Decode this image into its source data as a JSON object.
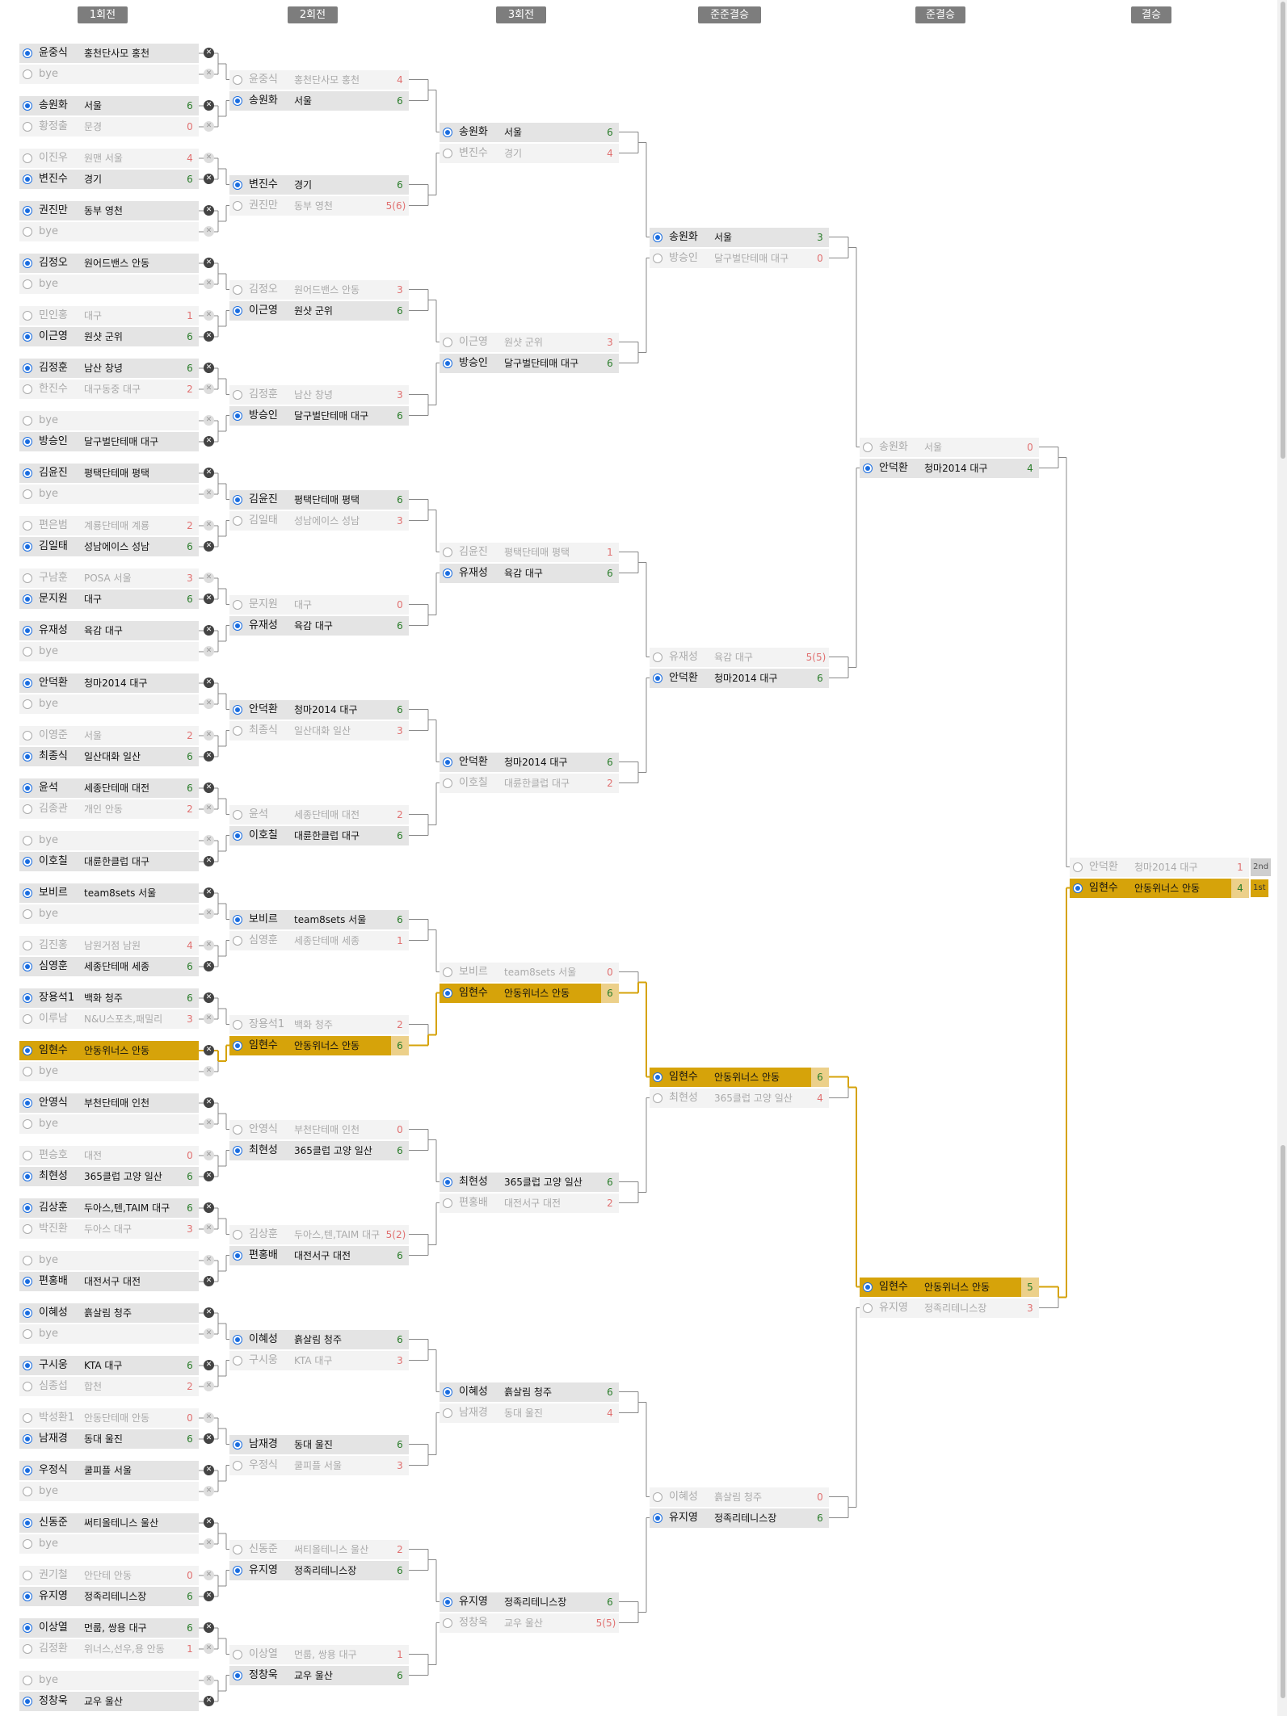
{
  "headers": [
    "1회전",
    "2회전",
    "3회전",
    "준준결승",
    "준결승",
    "결승"
  ],
  "bye_label": "bye",
  "round1": [
    [
      {
        "name": "윤중식",
        "club": "홍천단사모 홍천",
        "won": true,
        "score": ""
      },
      {
        "name": "bye",
        "club": "",
        "won": false,
        "score": "",
        "bye": true
      }
    ],
    [
      {
        "name": "송원화",
        "club": "서울",
        "won": true,
        "score": "6"
      },
      {
        "name": "황정출",
        "club": "문경",
        "won": false,
        "score": "0"
      }
    ],
    [
      {
        "name": "이진우",
        "club": "원맨 서울",
        "won": false,
        "score": "4"
      },
      {
        "name": "변진수",
        "club": "경기",
        "won": true,
        "score": "6"
      }
    ],
    [
      {
        "name": "권진만",
        "club": "동부 영천",
        "won": true,
        "score": ""
      },
      {
        "name": "bye",
        "club": "",
        "won": false,
        "score": "",
        "bye": true
      }
    ],
    [
      {
        "name": "김정오",
        "club": "원어드밴스 안동",
        "won": true,
        "score": ""
      },
      {
        "name": "bye",
        "club": "",
        "won": false,
        "score": "",
        "bye": true
      }
    ],
    [
      {
        "name": "민인홍",
        "club": "대구",
        "won": false,
        "score": "1"
      },
      {
        "name": "이근영",
        "club": "원샷 군위",
        "won": true,
        "score": "6"
      }
    ],
    [
      {
        "name": "김정훈",
        "club": "남산 창녕",
        "won": true,
        "score": "6"
      },
      {
        "name": "한진수",
        "club": "대구동중 대구",
        "won": false,
        "score": "2"
      }
    ],
    [
      {
        "name": "bye",
        "club": "",
        "won": false,
        "score": "",
        "bye": true
      },
      {
        "name": "방승인",
        "club": "달구벌단테매 대구",
        "won": true,
        "score": ""
      }
    ],
    [
      {
        "name": "김윤진",
        "club": "평택단테매 평택",
        "won": true,
        "score": ""
      },
      {
        "name": "bye",
        "club": "",
        "won": false,
        "score": "",
        "bye": true
      }
    ],
    [
      {
        "name": "편은범",
        "club": "계룡단테매 계룡",
        "won": false,
        "score": "2"
      },
      {
        "name": "김일태",
        "club": "성남에이스 성남",
        "won": true,
        "score": "6"
      }
    ],
    [
      {
        "name": "구남훈",
        "club": "POSA 서울",
        "won": false,
        "score": "3"
      },
      {
        "name": "문지원",
        "club": "대구",
        "won": true,
        "score": "6"
      }
    ],
    [
      {
        "name": "유재성",
        "club": "육감 대구",
        "won": true,
        "score": ""
      },
      {
        "name": "bye",
        "club": "",
        "won": false,
        "score": "",
        "bye": true
      }
    ],
    [
      {
        "name": "안덕환",
        "club": "청마2014 대구",
        "won": true,
        "score": ""
      },
      {
        "name": "bye",
        "club": "",
        "won": false,
        "score": "",
        "bye": true
      }
    ],
    [
      {
        "name": "이영준",
        "club": "서울",
        "won": false,
        "score": "2"
      },
      {
        "name": "최종식",
        "club": "일산대화 일산",
        "won": true,
        "score": "6"
      }
    ],
    [
      {
        "name": "윤석",
        "club": "세종단테매 대전",
        "won": true,
        "score": "6"
      },
      {
        "name": "김종관",
        "club": "개인 안동",
        "won": false,
        "score": "2"
      }
    ],
    [
      {
        "name": "bye",
        "club": "",
        "won": false,
        "score": "",
        "bye": true
      },
      {
        "name": "이호칠",
        "club": "대륜한클럽 대구",
        "won": true,
        "score": ""
      }
    ],
    [
      {
        "name": "보비르",
        "club": "team8sets 서울",
        "won": true,
        "score": ""
      },
      {
        "name": "bye",
        "club": "",
        "won": false,
        "score": "",
        "bye": true
      }
    ],
    [
      {
        "name": "김진홍",
        "club": "남원거점 남원",
        "won": false,
        "score": "4"
      },
      {
        "name": "심영훈",
        "club": "세종단테매 세종",
        "won": true,
        "score": "6"
      }
    ],
    [
      {
        "name": "장용석1",
        "club": "백화 청주",
        "won": true,
        "score": "6"
      },
      {
        "name": "이루남",
        "club": "N&U스포츠,패밀리",
        "won": false,
        "score": "3"
      }
    ],
    [
      {
        "name": "임현수",
        "club": "안동위너스 안동",
        "won": true,
        "score": "",
        "gold": true
      },
      {
        "name": "bye",
        "club": "",
        "won": false,
        "score": "",
        "bye": true
      }
    ],
    [
      {
        "name": "안영식",
        "club": "부천단테매 인천",
        "won": true,
        "score": ""
      },
      {
        "name": "bye",
        "club": "",
        "won": false,
        "score": "",
        "bye": true
      }
    ],
    [
      {
        "name": "편승호",
        "club": "대전",
        "won": false,
        "score": "0"
      },
      {
        "name": "최현성",
        "club": "365클럽 고양 일산",
        "won": true,
        "score": "6"
      }
    ],
    [
      {
        "name": "김상훈",
        "club": "두아스,텐,TAIM 대구",
        "won": true,
        "score": "6"
      },
      {
        "name": "박진환",
        "club": "두아스 대구",
        "won": false,
        "score": "3"
      }
    ],
    [
      {
        "name": "bye",
        "club": "",
        "won": false,
        "score": "",
        "bye": true
      },
      {
        "name": "편홍배",
        "club": "대전서구 대전",
        "won": true,
        "score": ""
      }
    ],
    [
      {
        "name": "이혜성",
        "club": "흙살림 청주",
        "won": true,
        "score": ""
      },
      {
        "name": "bye",
        "club": "",
        "won": false,
        "score": "",
        "bye": true
      }
    ],
    [
      {
        "name": "구시웅",
        "club": "KTA 대구",
        "won": true,
        "score": "6"
      },
      {
        "name": "심종섭",
        "club": "합천",
        "won": false,
        "score": "2"
      }
    ],
    [
      {
        "name": "박성환1",
        "club": "안동단테매 안동",
        "won": false,
        "score": "0"
      },
      {
        "name": "남재경",
        "club": "동대 울진",
        "won": true,
        "score": "6"
      }
    ],
    [
      {
        "name": "우정식",
        "club": "쿨피플 서울",
        "won": true,
        "score": ""
      },
      {
        "name": "bye",
        "club": "",
        "won": false,
        "score": "",
        "bye": true
      }
    ],
    [
      {
        "name": "신동준",
        "club": "써티올테니스 울산",
        "won": true,
        "score": ""
      },
      {
        "name": "bye",
        "club": "",
        "won": false,
        "score": "",
        "bye": true
      }
    ],
    [
      {
        "name": "권기철",
        "club": "안단테 안동",
        "won": false,
        "score": "0"
      },
      {
        "name": "유지영",
        "club": "정족리테니스장",
        "won": true,
        "score": "6"
      }
    ],
    [
      {
        "name": "이상열",
        "club": "먼룹, 쌍용 대구",
        "won": true,
        "score": "6"
      },
      {
        "name": "김정환",
        "club": "위너스,선우,용 안동",
        "won": false,
        "score": "1"
      }
    ],
    [
      {
        "name": "bye",
        "club": "",
        "won": false,
        "score": "",
        "bye": true
      },
      {
        "name": "정창욱",
        "club": "교우 울산",
        "won": true,
        "score": ""
      }
    ]
  ],
  "round2": [
    [
      {
        "name": "윤중식",
        "club": "홍천단사모 홍천",
        "won": false,
        "score": "4"
      },
      {
        "name": "송원화",
        "club": "서울",
        "won": true,
        "score": "6"
      }
    ],
    [
      {
        "name": "변진수",
        "club": "경기",
        "won": true,
        "score": "6"
      },
      {
        "name": "권진만",
        "club": "동부 영천",
        "won": false,
        "score": "5(6)"
      }
    ],
    [
      {
        "name": "김정오",
        "club": "원어드밴스 안동",
        "won": false,
        "score": "3"
      },
      {
        "name": "이근영",
        "club": "원샷 군위",
        "won": true,
        "score": "6"
      }
    ],
    [
      {
        "name": "김정훈",
        "club": "남산 창녕",
        "won": false,
        "score": "3"
      },
      {
        "name": "방승인",
        "club": "달구벌단테매 대구",
        "won": true,
        "score": "6"
      }
    ],
    [
      {
        "name": "김윤진",
        "club": "평택단테매 평택",
        "won": true,
        "score": "6"
      },
      {
        "name": "김일태",
        "club": "성남에이스 성남",
        "won": false,
        "score": "3"
      }
    ],
    [
      {
        "name": "문지원",
        "club": "대구",
        "won": false,
        "score": "0"
      },
      {
        "name": "유재성",
        "club": "육감 대구",
        "won": true,
        "score": "6"
      }
    ],
    [
      {
        "name": "안덕환",
        "club": "청마2014 대구",
        "won": true,
        "score": "6"
      },
      {
        "name": "최종식",
        "club": "일산대화 일산",
        "won": false,
        "score": "3"
      }
    ],
    [
      {
        "name": "윤석",
        "club": "세종단테매 대전",
        "won": false,
        "score": "2"
      },
      {
        "name": "이호칠",
        "club": "대륜한클럽 대구",
        "won": true,
        "score": "6"
      }
    ],
    [
      {
        "name": "보비르",
        "club": "team8sets 서울",
        "won": true,
        "score": "6"
      },
      {
        "name": "심영훈",
        "club": "세종단테매 세종",
        "won": false,
        "score": "1"
      }
    ],
    [
      {
        "name": "장용석1",
        "club": "백화 청주",
        "won": false,
        "score": "2"
      },
      {
        "name": "임현수",
        "club": "안동위너스 안동",
        "won": true,
        "score": "6",
        "gold": true
      }
    ],
    [
      {
        "name": "안영식",
        "club": "부천단테매 인천",
        "won": false,
        "score": "0"
      },
      {
        "name": "최현성",
        "club": "365클럽 고양 일산",
        "won": true,
        "score": "6"
      }
    ],
    [
      {
        "name": "김상훈",
        "club": "두아스,텐,TAIM 대구",
        "won": false,
        "score": "5(2)"
      },
      {
        "name": "편홍배",
        "club": "대전서구 대전",
        "won": true,
        "score": "6"
      }
    ],
    [
      {
        "name": "이혜성",
        "club": "흙살림 청주",
        "won": true,
        "score": "6"
      },
      {
        "name": "구시웅",
        "club": "KTA 대구",
        "won": false,
        "score": "3"
      }
    ],
    [
      {
        "name": "남재경",
        "club": "동대 울진",
        "won": true,
        "score": "6"
      },
      {
        "name": "우정식",
        "club": "쿨피플 서울",
        "won": false,
        "score": "3"
      }
    ],
    [
      {
        "name": "신동준",
        "club": "써티올테니스 울산",
        "won": false,
        "score": "2"
      },
      {
        "name": "유지영",
        "club": "정족리테니스장",
        "won": true,
        "score": "6"
      }
    ],
    [
      {
        "name": "이상열",
        "club": "먼룹, 쌍용 대구",
        "won": false,
        "score": "1"
      },
      {
        "name": "정창욱",
        "club": "교우 울산",
        "won": true,
        "score": "6"
      }
    ]
  ],
  "round3": [
    [
      {
        "name": "송원화",
        "club": "서울",
        "won": true,
        "score": "6"
      },
      {
        "name": "변진수",
        "club": "경기",
        "won": false,
        "score": "4"
      }
    ],
    [
      {
        "name": "이근영",
        "club": "원샷 군위",
        "won": false,
        "score": "3"
      },
      {
        "name": "방승인",
        "club": "달구벌단테매 대구",
        "won": true,
        "score": "6"
      }
    ],
    [
      {
        "name": "김윤진",
        "club": "평택단테매 평택",
        "won": false,
        "score": "1"
      },
      {
        "name": "유재성",
        "club": "육감 대구",
        "won": true,
        "score": "6"
      }
    ],
    [
      {
        "name": "안덕환",
        "club": "청마2014 대구",
        "won": true,
        "score": "6"
      },
      {
        "name": "이호칠",
        "club": "대륜한클럽 대구",
        "won": false,
        "score": "2"
      }
    ],
    [
      {
        "name": "보비르",
        "club": "team8sets 서울",
        "won": false,
        "score": "0"
      },
      {
        "name": "임현수",
        "club": "안동위너스 안동",
        "won": true,
        "score": "6",
        "gold": true
      }
    ],
    [
      {
        "name": "최현성",
        "club": "365클럽 고양 일산",
        "won": true,
        "score": "6"
      },
      {
        "name": "편홍배",
        "club": "대전서구 대전",
        "won": false,
        "score": "2"
      }
    ],
    [
      {
        "name": "이혜성",
        "club": "흙살림 청주",
        "won": true,
        "score": "6"
      },
      {
        "name": "남재경",
        "club": "동대 울진",
        "won": false,
        "score": "4"
      }
    ],
    [
      {
        "name": "유지영",
        "club": "정족리테니스장",
        "won": true,
        "score": "6"
      },
      {
        "name": "정창욱",
        "club": "교우 울산",
        "won": false,
        "score": "5(5)"
      }
    ]
  ],
  "round4": [
    [
      {
        "name": "송원화",
        "club": "서울",
        "won": true,
        "score": "3"
      },
      {
        "name": "방승인",
        "club": "달구벌단테매 대구",
        "won": false,
        "score": "0"
      }
    ],
    [
      {
        "name": "유재성",
        "club": "육감 대구",
        "won": false,
        "score": "5(5)"
      },
      {
        "name": "안덕환",
        "club": "청마2014 대구",
        "won": true,
        "score": "6"
      }
    ],
    [
      {
        "name": "임현수",
        "club": "안동위너스 안동",
        "won": true,
        "score": "6",
        "gold": true
      },
      {
        "name": "최현성",
        "club": "365클럽 고양 일산",
        "won": false,
        "score": "4"
      }
    ],
    [
      {
        "name": "이혜성",
        "club": "흙살림 청주",
        "won": false,
        "score": "0"
      },
      {
        "name": "유지영",
        "club": "정족리테니스장",
        "won": true,
        "score": "6"
      }
    ]
  ],
  "round5": [
    [
      {
        "name": "송원화",
        "club": "서울",
        "won": false,
        "score": "0"
      },
      {
        "name": "안덕환",
        "club": "청마2014 대구",
        "won": true,
        "score": "4"
      }
    ],
    [
      {
        "name": "임현수",
        "club": "안동위너스 안동",
        "won": true,
        "score": "5",
        "gold": true
      },
      {
        "name": "유지영",
        "club": "정족리테니스장",
        "won": false,
        "score": "3"
      }
    ]
  ],
  "round6": [
    [
      {
        "name": "안덕환",
        "club": "청마2014 대구",
        "won": false,
        "score": "1"
      },
      {
        "name": "임현수",
        "club": "안동위너스 안동",
        "won": true,
        "score": "4",
        "gold": true
      }
    ]
  ],
  "placement": {
    "second": "2nd",
    "first": "1st"
  },
  "colors": {
    "gold": "#d6a30a",
    "line": "#888888",
    "gold_line": "#d6a30a",
    "radio": "#1a6de0",
    "win_score": "#2a7d2a",
    "lose_score": "#e07070"
  }
}
